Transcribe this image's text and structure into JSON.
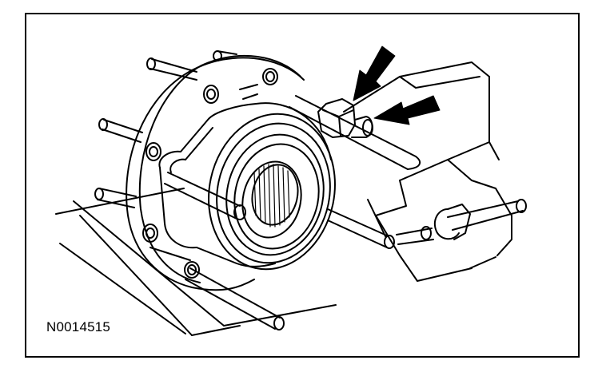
{
  "figure": {
    "id_label": "N0014515"
  },
  "colors": {
    "ink": "#000000",
    "paper": "#ffffff",
    "arrow_fill": "#000000"
  },
  "callouts": [
    {
      "name": "arrow-to-nut",
      "icon": "black-arrow-icon"
    },
    {
      "name": "arrow-to-stud-end",
      "icon": "black-arrow-icon"
    }
  ]
}
